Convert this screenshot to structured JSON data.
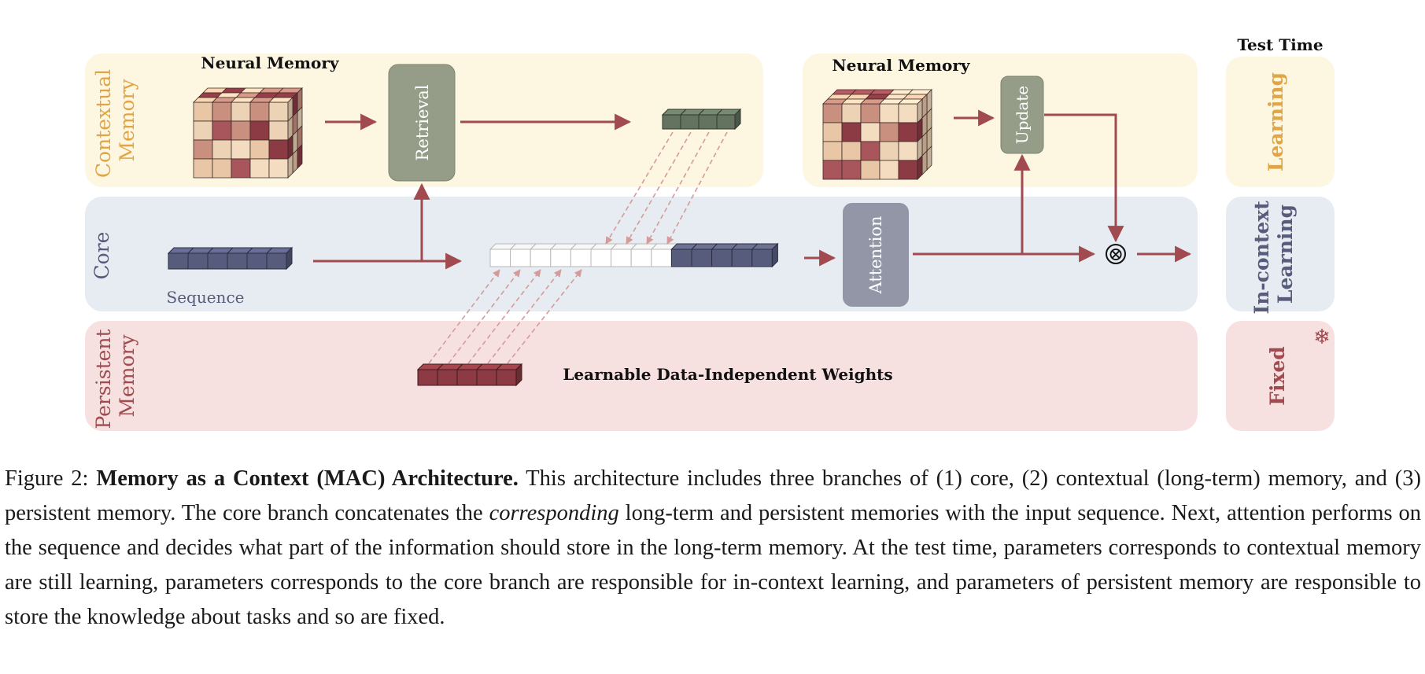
{
  "diagram": {
    "test_time_label": "Test Time",
    "row_labels": {
      "contextual_line1": "Contextual",
      "contextual_line2": "Memory",
      "core": "Core",
      "persistent_line1": "Persistent",
      "persistent_line2": "Memory"
    },
    "neural_memory_left": "Neural Memory",
    "neural_memory_right": "Neural Memory",
    "retrieval": "Retrieval",
    "update": "Update",
    "attention": "Attention",
    "sequence": "Sequence",
    "weights": "Learnable Data-Independent Weights",
    "otimes": "⊗",
    "side_labels": {
      "learning": "Learning",
      "in_context_line1": "In-context",
      "in_context_line2": "Learning",
      "fixed": "Fixed"
    },
    "snowflake": "❄",
    "icons": {
      "snowflake": "snowflake-icon",
      "multiply": "otimes-icon"
    },
    "colors": {
      "contextual_bg": "#fdf6e1",
      "core_bg": "#e6ecf1",
      "persistent_bg": "#f7e1e0",
      "arrow": "#a14a4f",
      "retrieval_box": "#959d88",
      "attention_box": "#9396a6",
      "contextual_text": "#e0a544",
      "core_text": "#575c7c",
      "persistent_text": "#a14a4f"
    }
  },
  "caption": {
    "prefix": "Figure 2: ",
    "title": "Memory as a Context (MAC) Architecture.",
    "text1": " This architecture includes three branches of (1) core, (2) contextual (long-term) memory, and (3) persistent memory. The core branch concatenates the ",
    "emph": "corresponding",
    "text2": " long-term and persistent memories with the input sequence. Next, attention performs on the sequence and decides what part of the information should store in the long-term memory. At the test time, parameters corresponds to contextual memory are still learning, parameters corresponds to the core branch are responsible for in-context learning, and parameters of persistent memory are responsible to store the knowledge about tasks and so are fixed."
  }
}
